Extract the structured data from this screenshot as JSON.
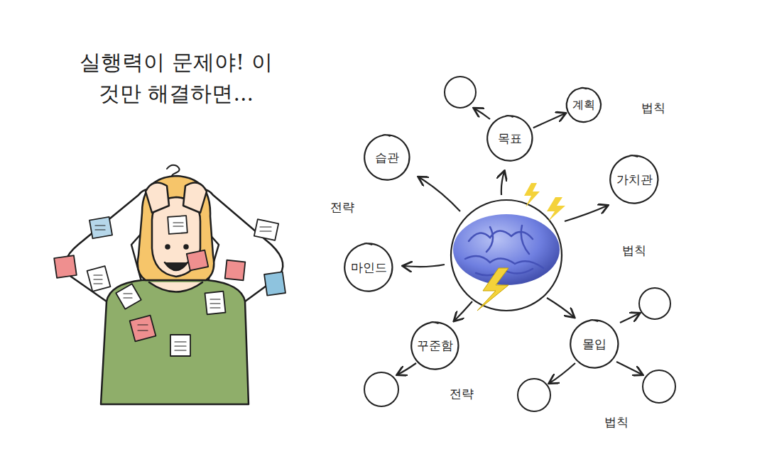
{
  "diagram": {
    "title": "실행력이 문제야! 이것만 해결하면...",
    "nodes": [
      {
        "text": [
          "목표"
        ]
      },
      {
        "text": [
          "계획"
        ]
      },
      {
        "text": [
          "가치관"
        ]
      },
      {
        "text": [
          "습관"
        ]
      },
      {
        "text": [
          "마인드"
        ]
      },
      {
        "text": [
          "꾸준함"
        ]
      },
      {
        "text": [
          "몰입"
        ]
      }
    ],
    "edges": [
      {
        "from": 0,
        "to": 1,
        "arrow": "to"
      }
    ],
    "labels": [
      "법칙",
      "전략",
      "법칙",
      "전략",
      "법칙"
    ]
  }
}
